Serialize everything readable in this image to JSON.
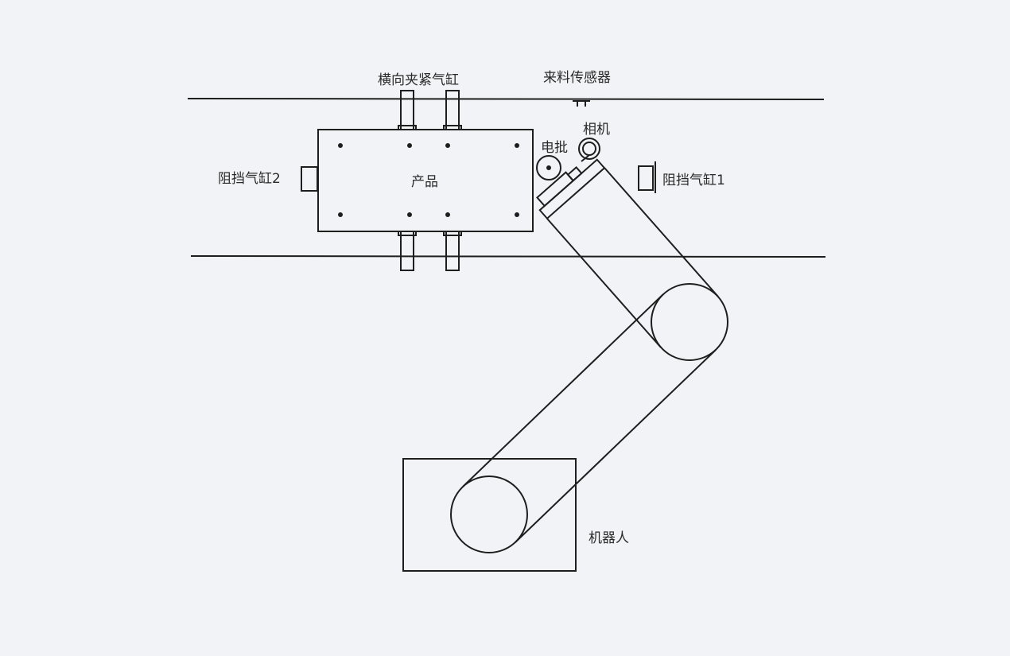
{
  "labels": {
    "clamp_cylinder": "横向夹紧气缸",
    "feed_sensor": "来料传感器",
    "camera": "相机",
    "screwdriver": "电批",
    "stop_cylinder_1": "阻挡气缸1",
    "stop_cylinder_2": "阻挡气缸2",
    "product": "产品",
    "robot": "机器人"
  },
  "colors": {
    "background": "#f2f3f7",
    "stroke": "#1e1e1e"
  }
}
